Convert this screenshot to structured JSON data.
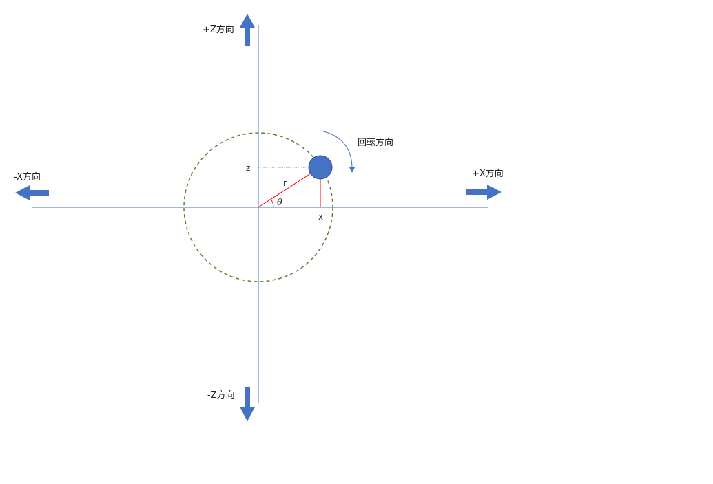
{
  "labels": {
    "plus_z": "+Z方向",
    "minus_z": "-Z方向",
    "plus_x": "+X方向",
    "minus_x": "-X方向",
    "rotation": "回転方向",
    "z": "z",
    "x": "x",
    "r": "r",
    "theta": "θ"
  },
  "colors": {
    "axis": "#4472c4",
    "arrow": "#4472c4",
    "orbit": "#548235",
    "ball": "#4472c4",
    "radius": "#ff0000",
    "guide": "#548235"
  }
}
